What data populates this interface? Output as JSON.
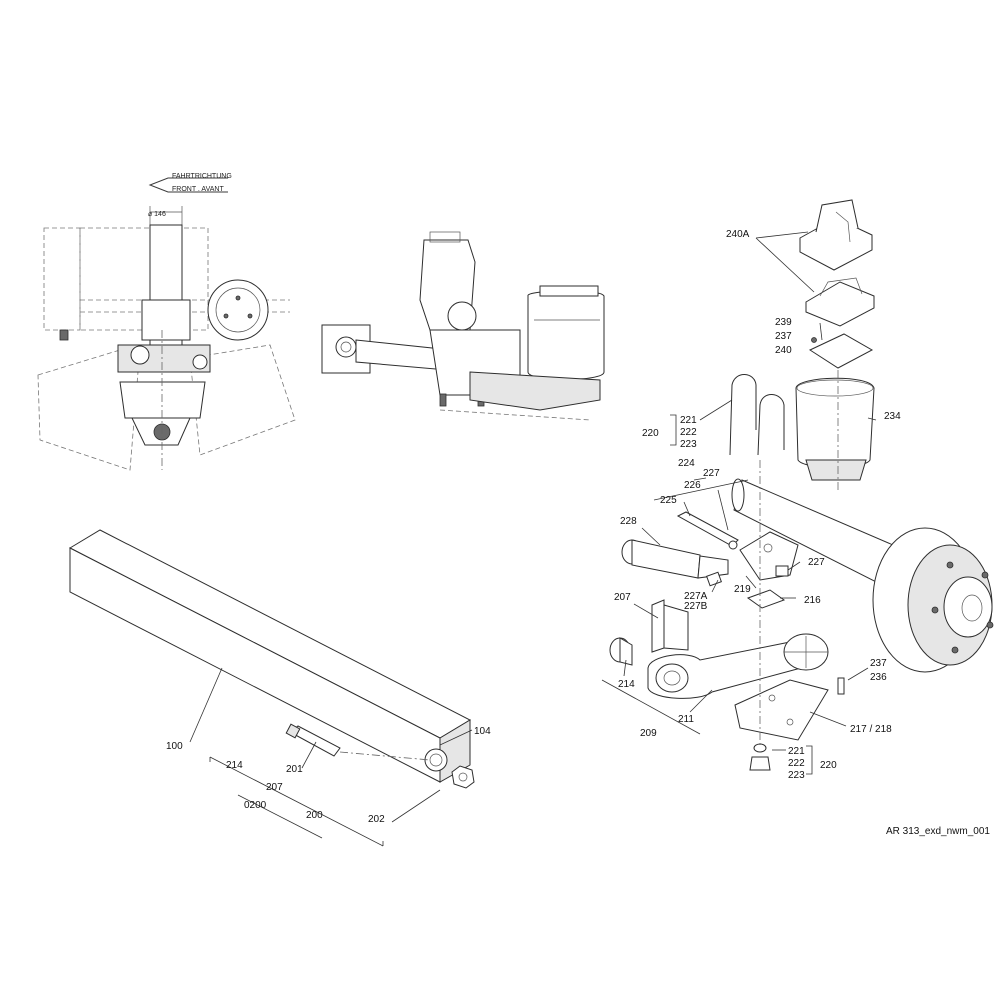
{
  "direction_note": {
    "line1": "FAHRTRICHTUNG",
    "line2": "FRONT . AVANT"
  },
  "dimension": "⌀ 146",
  "drawing_ref": "AR 313_exd_nwm_001",
  "labels": {
    "l240A": "240A",
    "l239": "239",
    "l237a": "237",
    "l240": "240",
    "l234": "234",
    "l220a": "220",
    "l221a": "221",
    "l222a": "222",
    "l223a": "223",
    "l224": "224",
    "l227a": "227",
    "l226": "226",
    "l225": "225",
    "l228": "228",
    "l227b": "227",
    "l227A": "227A",
    "l227B": "227B",
    "l219": "219",
    "l216": "216",
    "l207a": "207",
    "l214a": "214",
    "l211": "211",
    "l209": "209",
    "l237b": "237",
    "l236": "236",
    "l217": "217 / 218",
    "l221b": "221",
    "l222b": "222",
    "l223b": "223",
    "l220b": "220",
    "l100": "100",
    "l104": "104",
    "l214b": "214",
    "l201": "201",
    "l207b": "207",
    "l0200": "0200",
    "l200": "200",
    "l202": "202"
  }
}
